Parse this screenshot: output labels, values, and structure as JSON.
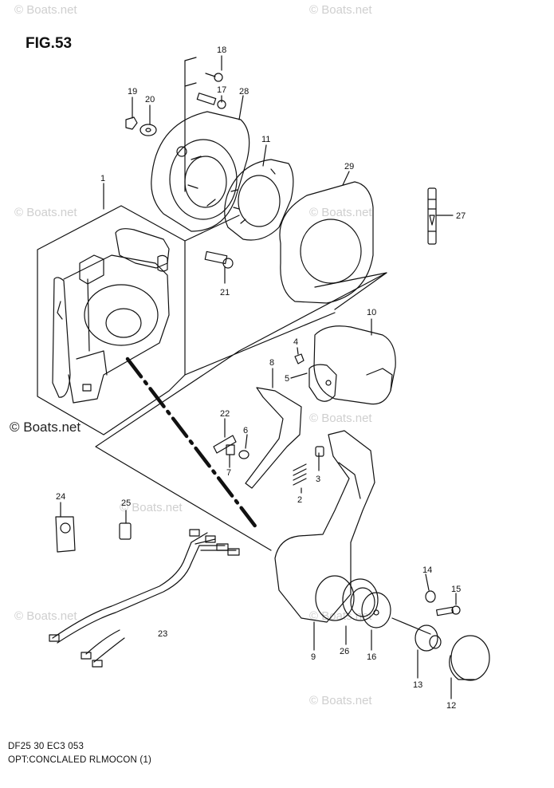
{
  "figure": {
    "title": "FIG.53",
    "footer_line1": "DF25 30 EC3  053",
    "footer_line2": "OPT:CONCLALED RLMOCON (1)"
  },
  "watermarks": [
    "© Boats.net",
    "© Boats.net",
    "© Boats.net",
    "© Boats.net",
    "© Boats.net",
    "© Boats.net",
    "© Boats.net",
    "© Boats.net",
    "© Boats.net"
  ],
  "watermark_main": "© Boats.net",
  "parts": [
    "18",
    "19",
    "20",
    "17",
    "28",
    "11",
    "29",
    "27",
    "1",
    "21",
    "10",
    "4",
    "8",
    "5",
    "22",
    "6",
    "7",
    "3",
    "2",
    "24",
    "25",
    "23",
    "14",
    "15",
    "9",
    "26",
    "16",
    "13",
    "12"
  ],
  "colors": {
    "ink": "#111111",
    "watermark": "#cfcfcf"
  }
}
